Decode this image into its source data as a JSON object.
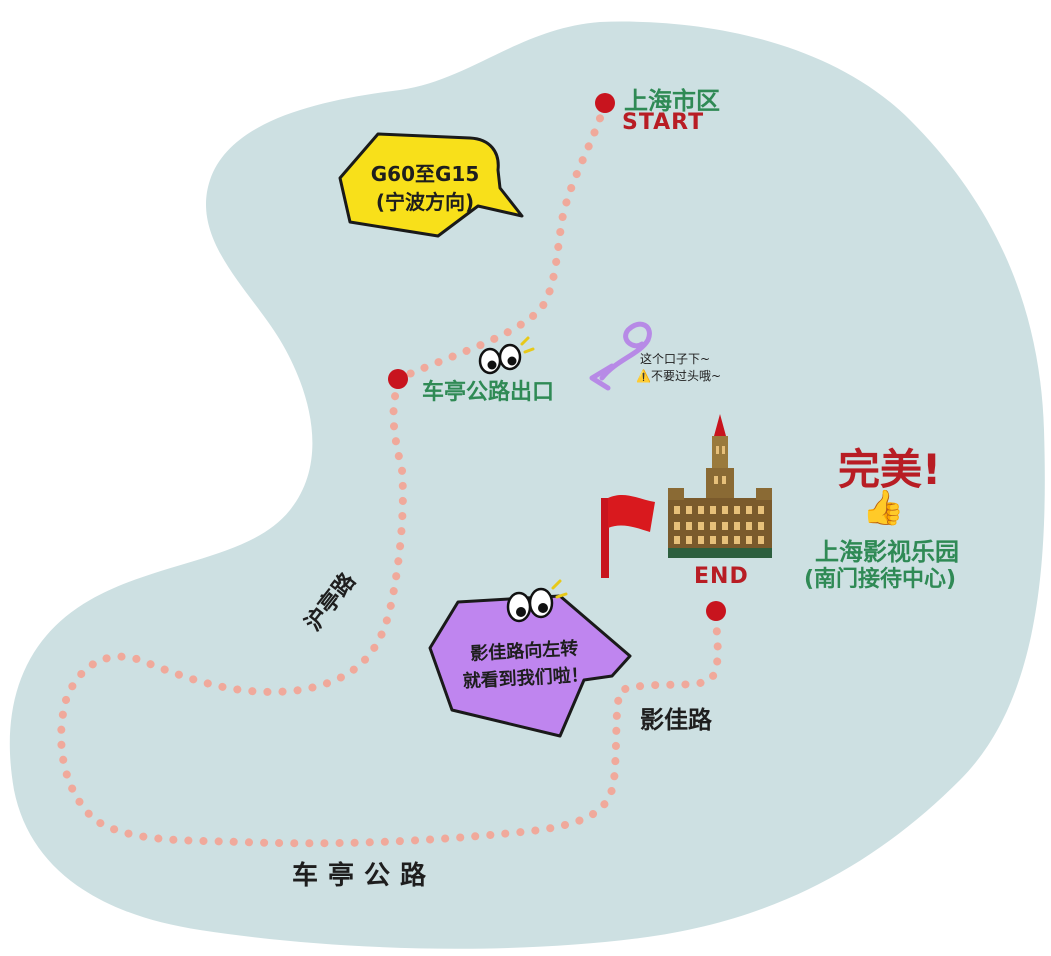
{
  "colors": {
    "land": "#cde0e2",
    "route_dot": "#f0a99b",
    "marker": "#c8141e",
    "label_green": "#2f8a55",
    "start_red": "#b81d24",
    "bubble_yellow": "#f8e01a",
    "bubble_purple": "#bf85ef",
    "arrow_purple": "#b78ae6",
    "flag_red": "#d9191e"
  },
  "markers": {
    "start": {
      "name": "上海市区",
      "tag": "START"
    },
    "exit": {
      "name": "车亭公路出口"
    },
    "end": {
      "tag": "END"
    }
  },
  "bubbles": {
    "g60": {
      "line1": "G60至G15",
      "line2": "(宁波方向)"
    },
    "turn": {
      "line1": "影佳路向左转",
      "line2": "就看到我们啦！"
    }
  },
  "note": {
    "line1": "这个口子下~",
    "line2": "⚠️不要过头哦~"
  },
  "roads": {
    "yingting": "沪亭路",
    "cheting": "车亭公路",
    "yingjia": "影佳路"
  },
  "destination": {
    "praise": "完美!",
    "thumb_icon": "👍",
    "name": "上海影视乐园",
    "sub": "(南门接待中心)"
  },
  "icons": [
    "eyes-icon",
    "flag-icon",
    "building-icon",
    "curly-arrow-icon",
    "thumbs-up-icon",
    "location-dot-icon"
  ]
}
